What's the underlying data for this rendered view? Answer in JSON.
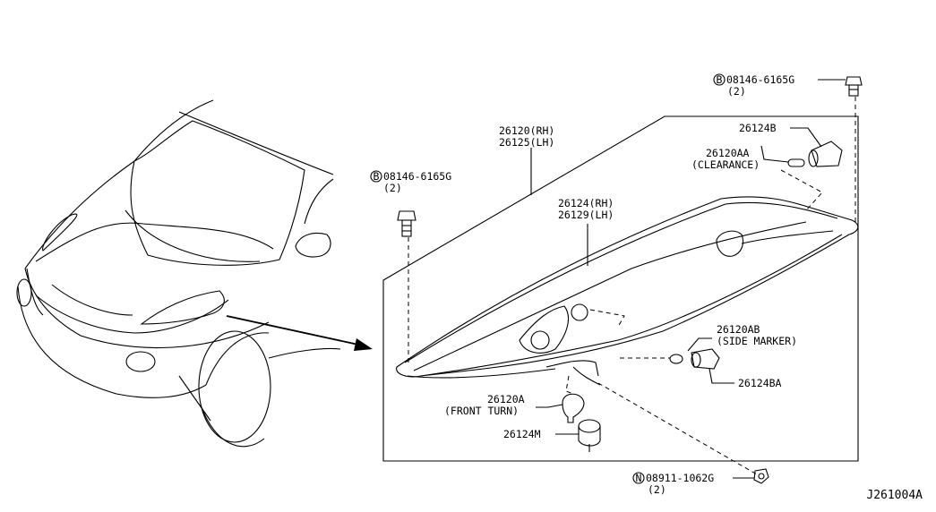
{
  "diagram_code": "J261004A",
  "callouts": {
    "bolt_top": {
      "prefix": "B",
      "part": "08146-6165G",
      "qty": "(2)"
    },
    "bolt_left": {
      "prefix": "B",
      "part": "08146-6165G",
      "qty": "(2)"
    },
    "nut_bottom": {
      "prefix": "N",
      "part": "08911-1062G",
      "qty": "(2)"
    },
    "headlamp_assy": {
      "line1": "26120(RH)",
      "line2": "26125(LH)"
    },
    "housing": {
      "line1": "26124(RH)",
      "line2": "26129(LH)"
    },
    "socket_b": {
      "part": "26124B"
    },
    "clearance_bulb": {
      "part": "26120AA",
      "desc": "(CLEARANCE)"
    },
    "side_marker_bulb": {
      "part": "26120AB",
      "desc": "(SIDE MARKER)"
    },
    "socket_ba": {
      "part": "26124BA"
    },
    "front_turn_bulb": {
      "part": "26120A",
      "desc": "(FRONT TURN)"
    },
    "socket_m": {
      "part": "26124M"
    }
  }
}
